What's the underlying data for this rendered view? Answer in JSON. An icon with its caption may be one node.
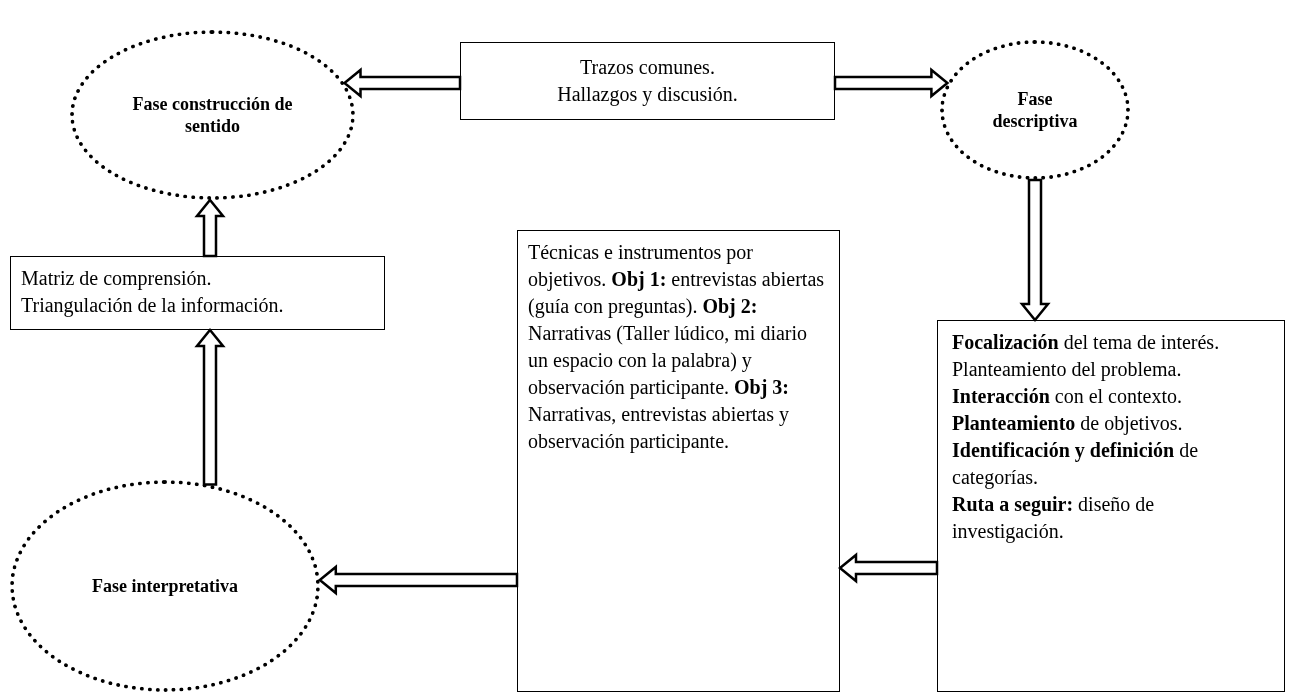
{
  "diagram": {
    "nodes": [
      {
        "text": [
          "Fase construcción de sentido"
        ]
      },
      {
        "text": [
          "Trazos comunes.",
          "Hallazgos y discusión."
        ]
      },
      {
        "text": [
          "Fase descriptiva"
        ]
      },
      {
        "text": [
          "Matriz de comprensión.",
          "Triangulación de la información."
        ]
      },
      {
        "text": [
          "Técnicas e instrumentos por objetivos. **Obj 1:** entrevistas abiertas (guía con preguntas). **Obj 2:** Narrativas (Taller lúdico, mi diario un espacio con la palabra) y observación participante. **Obj 3:** Narrativas, entrevistas abiertas y observación participante."
        ]
      },
      {
        "text": [
          "**Focalización** del tema de interés. Planteamiento del problema.",
          "**Interacción** con el contexto.",
          "**Planteamiento** de objetivos.",
          "**Identificación y definición** de categorías.",
          "**Ruta a seguir:** diseño de investigación."
        ]
      },
      {
        "text": [
          "Fase interpretativa"
        ]
      }
    ],
    "edges": [
      {
        "from": 1,
        "to": 0,
        "arrow": "to"
      },
      {
        "from": 1,
        "to": 2,
        "arrow": "to"
      },
      {
        "from": 2,
        "to": 5,
        "arrow": "to"
      },
      {
        "from": 5,
        "to": 4,
        "arrow": "to"
      },
      {
        "from": 4,
        "to": 6,
        "arrow": "to"
      },
      {
        "from": 6,
        "to": 3,
        "arrow": "to"
      },
      {
        "from": 3,
        "to": 0,
        "arrow": "to"
      }
    ]
  }
}
